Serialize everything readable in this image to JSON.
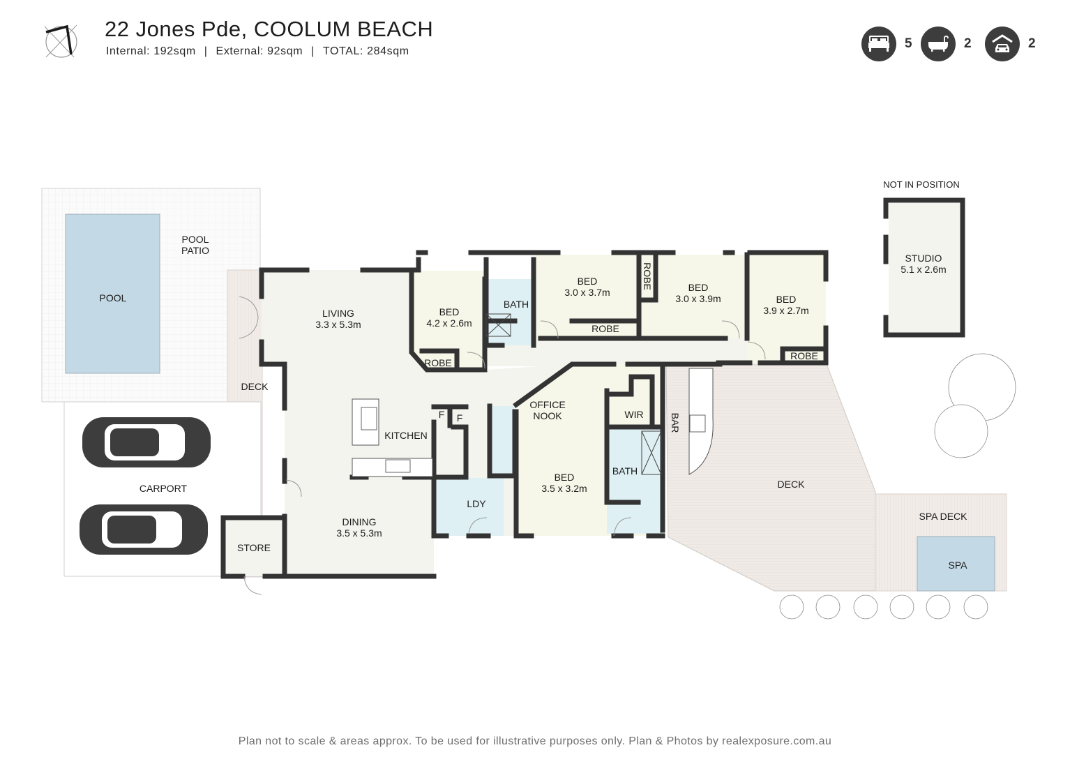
{
  "header": {
    "address": "22 Jones Pde, COOLUM BEACH",
    "areas": {
      "internal": "Internal: 192sqm",
      "external": "External: 92sqm",
      "total": "TOTAL: 284sqm",
      "separator": "|"
    },
    "stats": [
      {
        "icon": "bed-icon",
        "value": "5"
      },
      {
        "icon": "bath-icon",
        "value": "2"
      },
      {
        "icon": "carport-icon",
        "value": "2"
      }
    ]
  },
  "plan": {
    "colors": {
      "wall": "#333333",
      "room_fill": "#f4f4ef",
      "bedroom_fill": "#f6f7e8",
      "wet_fill": "#dff0f4",
      "water": "#c3d9e5",
      "deck": "#eeeae6",
      "patio": "#fbfbfb"
    },
    "rooms": {
      "pool": {
        "name": "POOL"
      },
      "pool_patio": {
        "name": "POOL\nPATIO",
        "line1": "POOL",
        "line2": "PATIO"
      },
      "deck_left": {
        "name": "DECK"
      },
      "carport": {
        "name": "CARPORT"
      },
      "store": {
        "name": "STORE"
      },
      "living": {
        "name": "LIVING",
        "size": "3.3 x 5.3m"
      },
      "dining": {
        "name": "DINING",
        "size": "3.5 x 5.3m"
      },
      "kitchen": {
        "name": "KITCHEN"
      },
      "fridge1": {
        "name": "F"
      },
      "fridge2": {
        "name": "F"
      },
      "bed1": {
        "name": "BED",
        "size": "4.2 x 2.6m"
      },
      "robe1": {
        "name": "ROBE"
      },
      "bath1": {
        "name": "BATH"
      },
      "bed2": {
        "name": "BED",
        "size": "3.0 x 3.7m"
      },
      "robe2": {
        "name": "ROBE"
      },
      "robe3": {
        "name": "ROBE"
      },
      "bed3": {
        "name": "BED",
        "size": "3.0 x 3.9m"
      },
      "bed4": {
        "name": "BED",
        "size": "3.9 x 2.7m"
      },
      "robe4": {
        "name": "ROBE"
      },
      "office": {
        "line1": "OFFICE",
        "line2": "NOOK"
      },
      "ldy": {
        "name": "LDY"
      },
      "bed5": {
        "name": "BED",
        "size": "3.5 x 3.2m"
      },
      "wir": {
        "name": "WIR"
      },
      "bath2": {
        "name": "BATH"
      },
      "bar": {
        "name": "BAR"
      },
      "deck_right": {
        "name": "DECK"
      },
      "spa_deck": {
        "name": "SPA DECK"
      },
      "spa": {
        "name": "SPA"
      },
      "studio_note": {
        "name": "NOT IN POSITION"
      },
      "studio": {
        "name": "STUDIO",
        "size": "5.1 x 2.6m"
      }
    }
  },
  "footer": {
    "disclaimer": "Plan not to scale & areas approx. To be used for illustrative purposes only. Plan & Photos by realexposure.com.au"
  }
}
